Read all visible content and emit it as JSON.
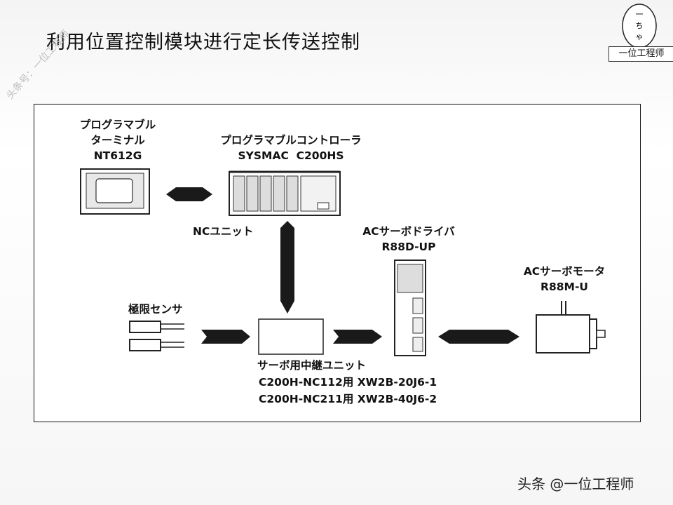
{
  "slide": {
    "title": "利用位置控制模块进行定长传送控制",
    "watermark": "头条号：一位工程师"
  },
  "logo": {
    "seal_chars": [
      "一",
      "ち",
      "ゃ"
    ],
    "caption": "一位工程师"
  },
  "diagram": {
    "terminal": {
      "line1": "プログラマブル",
      "line2": "ターミナル",
      "model": "NT612G"
    },
    "plc": {
      "name": "プログラマブルコントローラ",
      "model": "SYSMAC  C200HS"
    },
    "nc_unit": "NCユニット",
    "servo_driver": {
      "name": "ACサーボドライバ",
      "model": "R88D-UP"
    },
    "servo_motor": {
      "name": "ACサーボモータ",
      "model": "R88M-U"
    },
    "limit_sensor": "極限センサ",
    "relay_unit": {
      "name": "サーボ用中継ユニット",
      "line1": "C200H-NC112用 XW2B-20J6-1",
      "line2": "C200H-NC211用 XW2B-40J6-2"
    }
  },
  "footer": {
    "credit": "头条 @一位工程师"
  }
}
